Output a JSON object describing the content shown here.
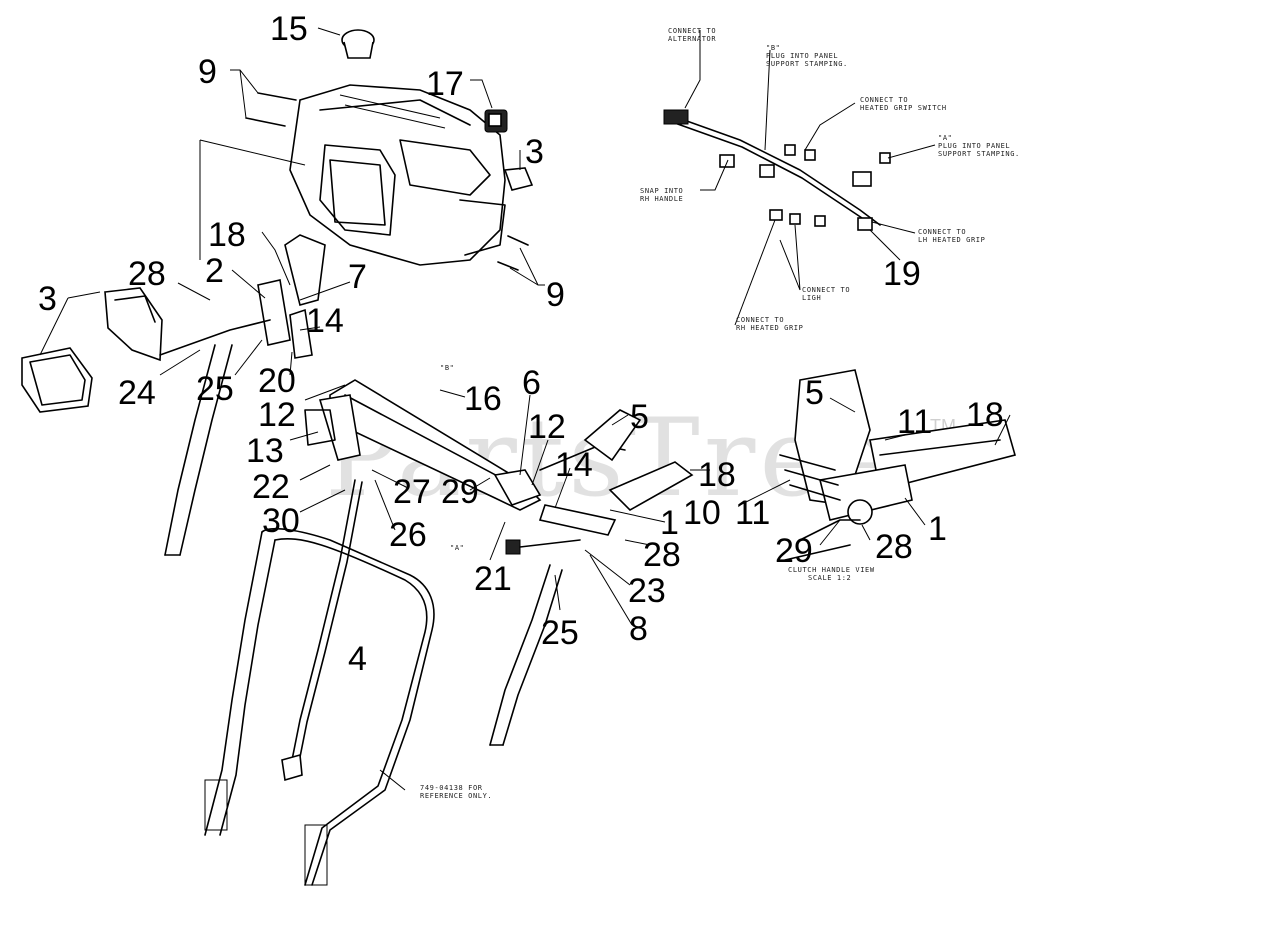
{
  "watermark": {
    "text": "PartsTree",
    "trademark": "TM"
  },
  "callouts": [
    {
      "id": "c15a",
      "text": "15"
    },
    {
      "id": "c9a",
      "text": "9"
    },
    {
      "id": "c17",
      "text": "17"
    },
    {
      "id": "c3a",
      "text": "3"
    },
    {
      "id": "c9b",
      "text": "9"
    },
    {
      "id": "c18a",
      "text": "18"
    },
    {
      "id": "c28a",
      "text": "28"
    },
    {
      "id": "c2",
      "text": "2"
    },
    {
      "id": "c3b",
      "text": "3"
    },
    {
      "id": "c7",
      "text": "7"
    },
    {
      "id": "c14a",
      "text": "14"
    },
    {
      "id": "c24",
      "text": "24"
    },
    {
      "id": "c25a",
      "text": "25"
    },
    {
      "id": "c20",
      "text": "20"
    },
    {
      "id": "c12a",
      "text": "12"
    },
    {
      "id": "c16",
      "text": "16"
    },
    {
      "id": "c6",
      "text": "6"
    },
    {
      "id": "c13",
      "text": "13"
    },
    {
      "id": "c12b",
      "text": "12"
    },
    {
      "id": "c5a",
      "text": "5"
    },
    {
      "id": "c14b",
      "text": "14"
    },
    {
      "id": "c22",
      "text": "22"
    },
    {
      "id": "c27",
      "text": "27"
    },
    {
      "id": "c29a",
      "text": "29"
    },
    {
      "id": "c18b",
      "text": "18"
    },
    {
      "id": "c30",
      "text": "30"
    },
    {
      "id": "c1a",
      "text": "1"
    },
    {
      "id": "c10",
      "text": "10"
    },
    {
      "id": "c26",
      "text": "26"
    },
    {
      "id": "c28b",
      "text": "28"
    },
    {
      "id": "c21",
      "text": "21"
    },
    {
      "id": "c23",
      "text": "23"
    },
    {
      "id": "c8",
      "text": "8"
    },
    {
      "id": "c25b",
      "text": "25"
    },
    {
      "id": "c4",
      "text": "4"
    },
    {
      "id": "c5b",
      "text": "5"
    },
    {
      "id": "c11a",
      "text": "11"
    },
    {
      "id": "c18c",
      "text": "18"
    },
    {
      "id": "c11b",
      "text": "11"
    },
    {
      "id": "c1b",
      "text": "1"
    },
    {
      "id": "c29b",
      "text": "29"
    },
    {
      "id": "c28c",
      "text": "28"
    },
    {
      "id": "c19",
      "text": "19"
    }
  ],
  "notes": {
    "alternator": [
      "CONNECT TO",
      "ALTERNATOR"
    ],
    "plug_b": [
      "\"B\"",
      "PLUG INTO PANEL",
      "SUPPORT STAMPING."
    ],
    "heated_switch": [
      "CONNECT TO",
      "HEATED GRIP SWITCH"
    ],
    "plug_a": [
      "\"A\"",
      "PLUG INTO PANEL",
      "SUPPORT STAMPING."
    ],
    "snap_rh": [
      "SNAP INTO",
      "RH HANDLE"
    ],
    "lh_grip": [
      "CONNECT TO",
      "LH HEATED GRIP"
    ],
    "light": [
      "CONNECT TO",
      "LIGH"
    ],
    "rh_grip": [
      "CONNECT TO",
      "RH HEATED GRIP"
    ],
    "clutch_view": [
      "CLUTCH HANDLE VIEW",
      "SCALE 1:2"
    ],
    "reference": [
      "749-04138 FOR",
      "REFERENCE ONLY."
    ],
    "label_b": "\"B\"",
    "label_a": "\"A\""
  }
}
